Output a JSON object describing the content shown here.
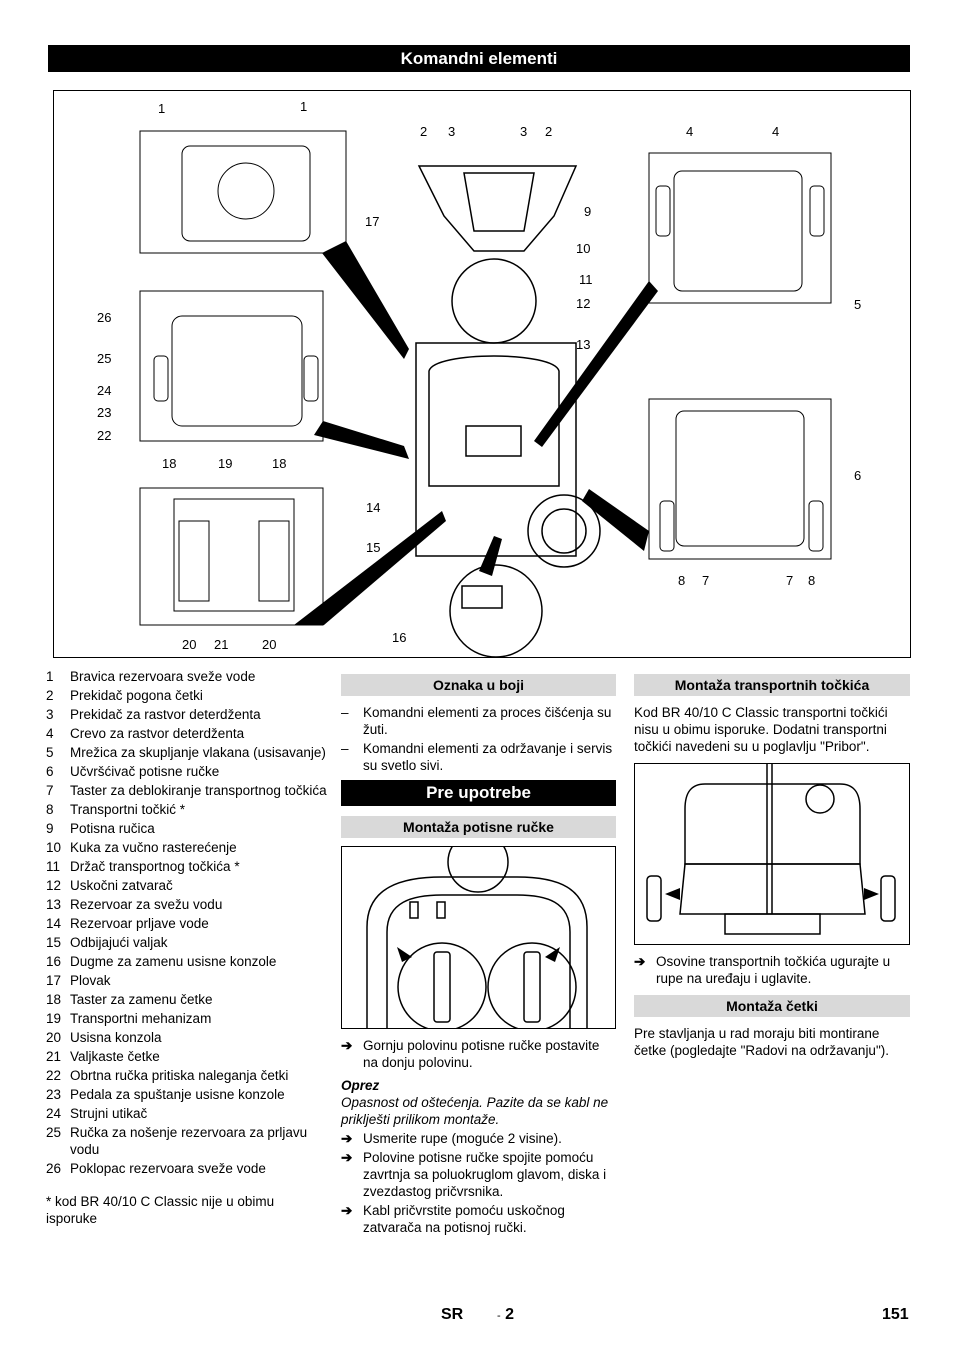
{
  "header": {
    "title": "Komandni elementi"
  },
  "figure": {
    "callouts": [
      "1",
      "1",
      "2",
      "3",
      "3",
      "2",
      "4",
      "4",
      "17",
      "9",
      "10",
      "11",
      "12",
      "5",
      "26",
      "13",
      "25",
      "24",
      "23",
      "22",
      "18",
      "19",
      "18",
      "6",
      "14",
      "15",
      "8",
      "7",
      "7",
      "8",
      "20",
      "21",
      "20",
      "16"
    ]
  },
  "legend": [
    {
      "num": "1",
      "text": "Bravica rezervoara sveže vode"
    },
    {
      "num": "2",
      "text": "Prekidač pogona četki"
    },
    {
      "num": "3",
      "text": "Prekidač za rastvor deterdženta"
    },
    {
      "num": "4",
      "text": "Crevo za rastvor deterdženta"
    },
    {
      "num": "5",
      "text": "Mrežica za skupljanje vlakana (usisavanje)"
    },
    {
      "num": "6",
      "text": "Učvršćivač potisne ručke"
    },
    {
      "num": "7",
      "text": "Taster za deblokiranje transportnog točkića"
    },
    {
      "num": "8",
      "text": "Transportni točkić *"
    },
    {
      "num": "9",
      "text": "Potisna ručica"
    },
    {
      "num": "10",
      "text": "Kuka za vučno rasterećenje"
    },
    {
      "num": "11",
      "text": "Držač transportnog točkića *"
    },
    {
      "num": "12",
      "text": "Uskočni zatvarač"
    },
    {
      "num": "13",
      "text": "Rezervoar za svežu vodu"
    },
    {
      "num": "14",
      "text": "Rezervoar prljave vode"
    },
    {
      "num": "15",
      "text": "Odbijajući valjak"
    },
    {
      "num": "16",
      "text": "Dugme za zamenu usisne konzole"
    },
    {
      "num": "17",
      "text": "Plovak"
    },
    {
      "num": "18",
      "text": "Taster za zamenu četke"
    },
    {
      "num": "19",
      "text": "Transportni mehanizam"
    },
    {
      "num": "20",
      "text": "Usisna konzola"
    },
    {
      "num": "21",
      "text": "Valjkaste četke"
    },
    {
      "num": "22",
      "text": "Obrtna ručka pritiska naleganja četki"
    },
    {
      "num": "23",
      "text": "Pedala za spuštanje usisne konzole"
    },
    {
      "num": "24",
      "text": "Strujni utikač"
    },
    {
      "num": "25",
      "text": "Ručka za nošenje rezervoara za prljavu vodu"
    },
    {
      "num": "26",
      "text": "Poklopac rezervoara sveže vode"
    }
  ],
  "footnote": "* kod BR 40/10 C Classic nije u obimu isporuke",
  "middle": {
    "color_heading": "Oznaka u boji",
    "color_items": [
      "Komandni elementi za proces čišćenja su žuti.",
      "Komandni elementi za održavanje i servis su svetlo sivi."
    ],
    "section_title": "Pre upotrebe",
    "handle_heading": "Montaža potisne ručke",
    "step1": "Gornju polovinu potisne ručke postavite na donju polovinu.",
    "caution_label": "Oprez",
    "caution_text": "Opasnost od oštećenja. Pazite da se kabl ne priklješti prilikom montaže.",
    "steps": [
      "Usmerite rupe (moguće 2 visine).",
      "Polovine potisne ručke spojite pomoću zavrtnja sa poluokruglom glavom, diska i zvezdastog pričvrsnika.",
      "Kabl pričvrstite pomoću uskočnog zatvarača na potisnoj ručki."
    ]
  },
  "right": {
    "wheels_heading": "Montaža transportnih točkića",
    "wheels_text": "Kod BR 40/10 C Classic transportni točkići nisu u obimu isporuke. Dodatni transportni točkići navedeni su u poglavlju \"Pribor\".",
    "wheels_step": "Osovine transportnih točkića ugurajte u rupe na uređaju i uglavite.",
    "brushes_heading": "Montaža četki",
    "brushes_text": "Pre stavljanja u rad moraju biti montirane četke (pogledajte \"Radovi na održavanju\")."
  },
  "footer": {
    "lang": "SR",
    "dash": "-",
    "sub": "2",
    "page": "151"
  },
  "arrow_glyph": "➔",
  "dash_glyph": "–"
}
